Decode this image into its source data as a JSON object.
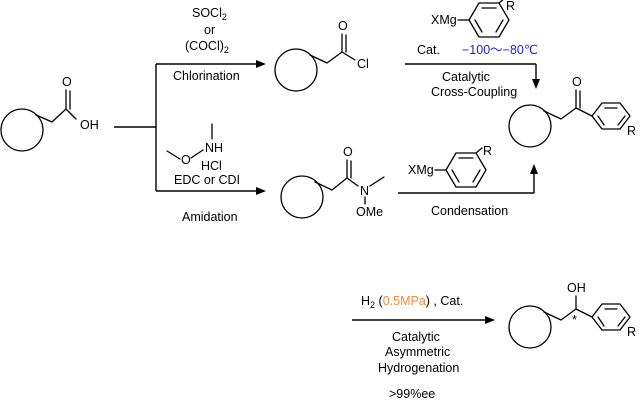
{
  "colors": {
    "ink": "#000000",
    "temperature": "#1f1fcc",
    "pressure": "#f08a3c"
  },
  "reagents": {
    "chlorination": {
      "line1": "SOCl",
      "line1_sub": "2",
      "line2": "or",
      "line3": "(COCl)",
      "line3_sub": "2"
    },
    "amine_nh": "NH",
    "amine_hcl": "HCl",
    "amine_o": "O",
    "coupling_agent": "EDC or CDI",
    "grignard_prefix": "XMg",
    "hydrogen": {
      "h": "H",
      "sub": "2",
      "open": " (",
      "pressure": "0.5MPa",
      "close": ") , Cat."
    }
  },
  "conditions": {
    "chlorination": "Chlorination",
    "amidation": "Amidation",
    "cat": "Cat.",
    "temperature": "−100～−80℃",
    "catalytic": "Catalytic",
    "cross_coupling": "Cross-Coupling",
    "condensation": "Condensation",
    "hydrogenation_line1": "Catalytic",
    "hydrogenation_line2": "Asymmetric",
    "hydrogenation_line3": "Hydrogenation",
    "ee": ">99%ee"
  },
  "atoms": {
    "oh": "OH",
    "o": "O",
    "cl": "Cl",
    "n": "N",
    "ome": "OMe",
    "r": "R",
    "stereo": "*"
  }
}
